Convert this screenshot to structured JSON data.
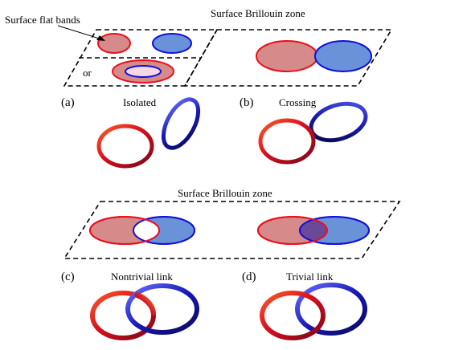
{
  "labels": {
    "surface_flat_bands": "Surface flat bands",
    "surface_bz_top": "Surface Brillouin zone",
    "or": "or",
    "panel_a": "(a)",
    "panel_b": "(b)",
    "isolated": "Isolated",
    "crossing": "Crossing",
    "surface_bz_bottom": "Surface Brillouin zone",
    "panel_c": "(c)",
    "panel_d": "(d)",
    "nontrivial_link": "Nontrivial link",
    "trivial_link": "Trivial link"
  },
  "colors": {
    "red_outline": "#e8101a",
    "red_fill": "#d68a8a",
    "blue_outline": "#1010d8",
    "blue_fill": "#6a92d8",
    "overlap_fill": "#6a4a98",
    "inner_pink": "#f3d8e6",
    "ring_red": "#c8102a",
    "ring_blue": "#1a1aa8"
  }
}
